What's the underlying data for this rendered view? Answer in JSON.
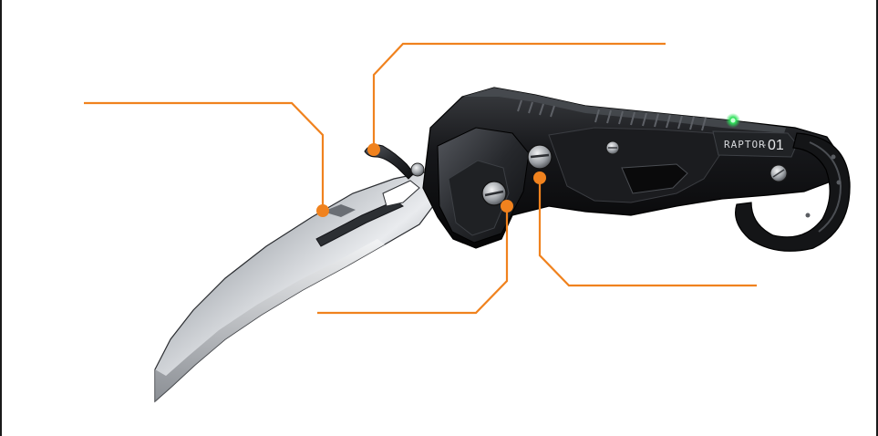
{
  "product": {
    "model_name": "RAPTOR",
    "model_separator": "-",
    "model_number": "01"
  },
  "colors": {
    "callout": "#F0821E",
    "indicator": "#2EE05A",
    "blade_light": "#E8EAEC",
    "blade_dark": "#4A4D52",
    "handle": "#141517",
    "background": "#FFFFFF"
  },
  "callouts": [
    {
      "name": "blade-spine-callout"
    },
    {
      "name": "thumb-opener-callout"
    },
    {
      "name": "pivot-screw-callout"
    },
    {
      "name": "lock-screw-callout"
    }
  ]
}
